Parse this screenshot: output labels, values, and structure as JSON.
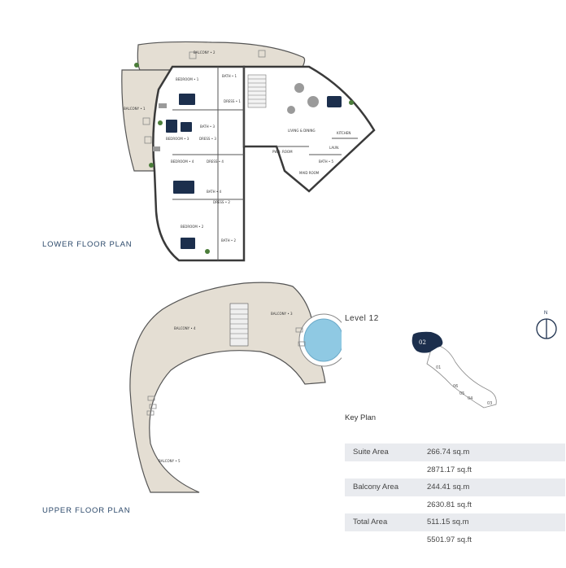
{
  "lower_floor": {
    "title": "LOWER FLOOR PLAN",
    "rooms": {
      "balcony2": "BALCONY • 2",
      "balcony1": "BALCONY • 1",
      "bedroom1": "BEDROOM • 1",
      "bedroom3": "BEDROOM • 3",
      "bedroom4": "BEDROOM • 4",
      "bedroom2": "BEDROOM • 2",
      "bath1": "BATH • 1",
      "bath3": "BATH • 3",
      "bath4": "BATH • 4",
      "bath2": "BATH • 2",
      "bath5": "BATH • 5",
      "dress1": "DRESS • 1",
      "dress3": "DRESS • 3",
      "dress4": "DRESS • 4",
      "dress2": "DRESS • 2",
      "living": "LIVING & DINING",
      "kitchen": "KITCHEN",
      "pwd": "PWD. ROOM",
      "laundry": "LAUN.",
      "maid": "MAID ROOM"
    }
  },
  "upper_floor": {
    "title": "UPPER FLOOR PLAN",
    "rooms": {
      "balcony4": "BALCONY • 4",
      "balcony3": "BALCONY • 3",
      "balcony5": "BALCONY • 5"
    }
  },
  "level": "Level  12",
  "compass": "N",
  "key_plan": {
    "title": "Key Plan",
    "units": [
      "02",
      "01",
      "06",
      "05",
      "04",
      "03"
    ]
  },
  "areas": [
    {
      "label": "Suite Area",
      "sqm": "266.74 sq.m",
      "sqft": "2871.17 sq.ft"
    },
    {
      "label": "Balcony Area",
      "sqm": "244.41 sq.m",
      "sqft": "2630.81 sq.ft"
    },
    {
      "label": "Total Area",
      "sqm": "511.15 sq.m",
      "sqft": "5501.97 sq.ft"
    }
  ],
  "colors": {
    "floor": "#e4ded3",
    "wall": "#3a3a3a",
    "accent": "#1c2f4d",
    "pool": "#8fc9e3",
    "table_shade": "#e9ebef"
  }
}
